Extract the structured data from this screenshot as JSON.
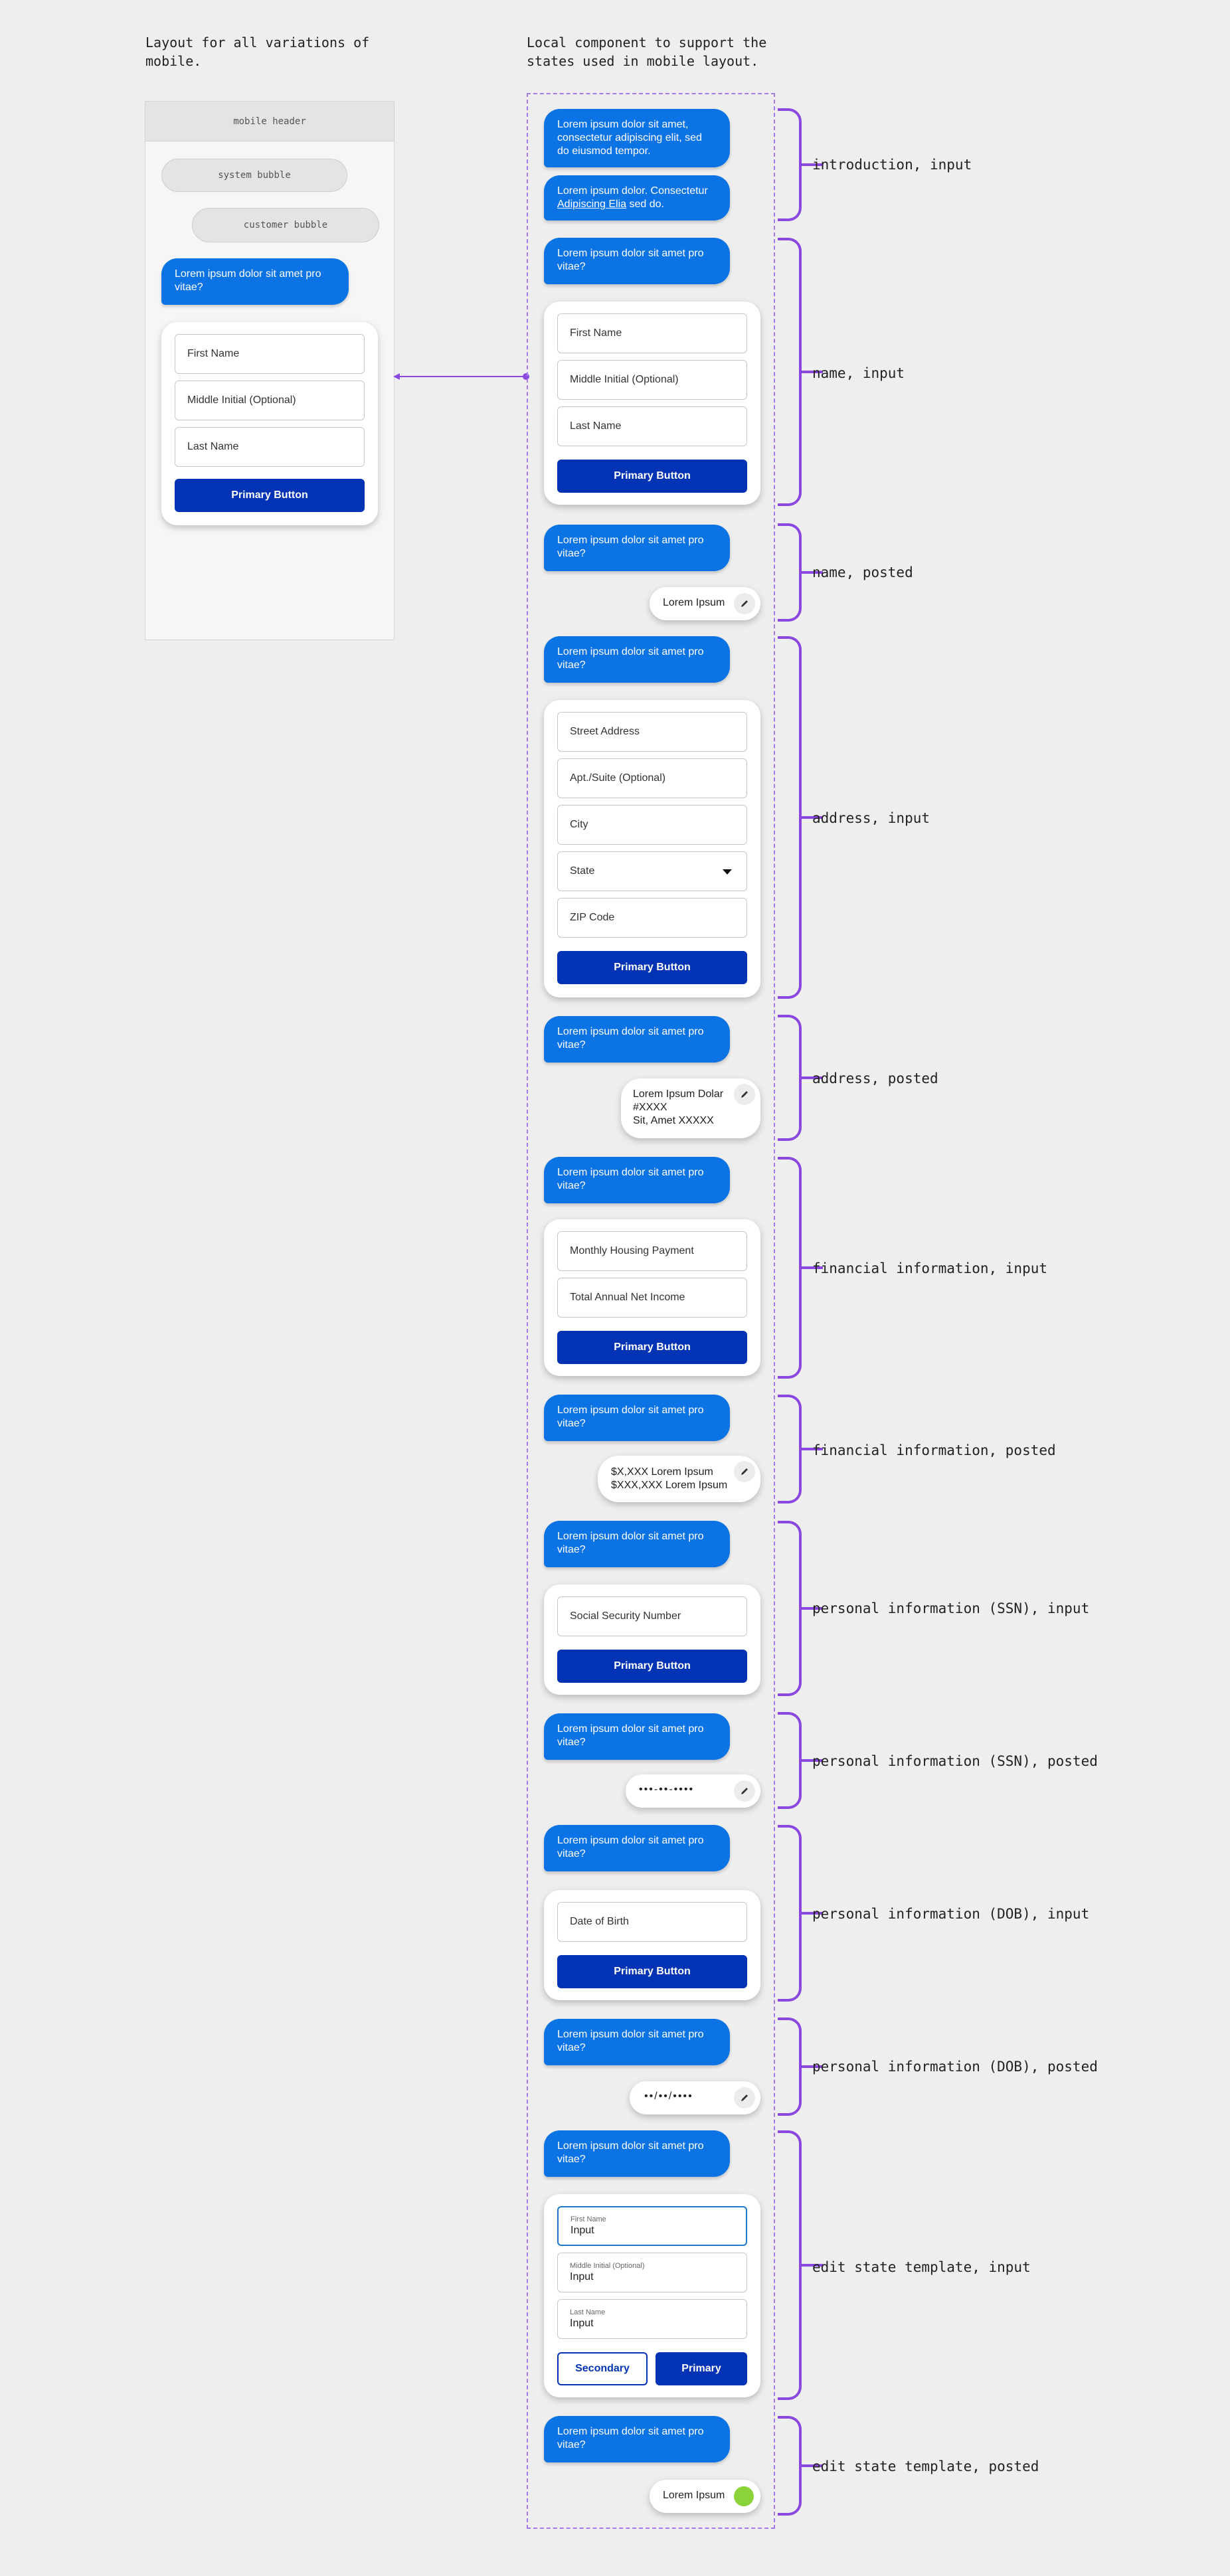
{
  "left_heading": "Layout for all variations of\nmobile.",
  "right_heading": "Local component to support the\nstates used in mobile layout.",
  "mobile": {
    "header": "mobile header",
    "system_bubble": "system bubble",
    "customer_bubble": "customer bubble",
    "question": "Lorem ipsum dolor sit amet pro vitae?",
    "fields": [
      "First Name",
      "Middle Initial (Optional)",
      "Last Name"
    ],
    "button": "Primary Button"
  },
  "intro": {
    "bubble1": "Lorem ipsum dolor sit amet, consectetur adipiscing elit, sed do eiusmod tempor.",
    "bubble2_text": "Lorem ipsum dolor. Consectetur ",
    "bubble2_link": "Adipiscing Elia",
    "bubble2_end": " sed do."
  },
  "question": "Lorem ipsum dolor sit amet pro vitae?",
  "name_input": {
    "fields": [
      "First Name",
      "Middle Initial (Optional)",
      "Last Name"
    ],
    "button": "Primary Button"
  },
  "name_posted": "Lorem Ipsum",
  "address_input": {
    "fields": [
      "Street Address",
      "Apt./Suite (Optional)",
      "City",
      "State",
      "ZIP Code"
    ],
    "button": "Primary Button"
  },
  "address_posted": "Lorem Ipsum Dolar\n#XXXX\nSit, Amet XXXXX",
  "financial_input": {
    "fields": [
      "Monthly Housing Payment",
      "Total Annual Net Income"
    ],
    "button": "Primary Button"
  },
  "financial_posted": "$X,XXX Lorem Ipsum\n$XXX,XXX Lorem Ipsum",
  "ssn_input": {
    "fields": [
      "Social Security Number"
    ],
    "button": "Primary Button"
  },
  "ssn_posted": "•••-••-••••",
  "dob_input": {
    "fields": [
      "Date of Birth"
    ],
    "button": "Primary Button"
  },
  "dob_posted": "••/••/••••",
  "edit_input": {
    "fields": [
      {
        "label": "First Name",
        "value": "Input"
      },
      {
        "label": "Middle Initial (Optional)",
        "value": "Input"
      },
      {
        "label": "Last Name",
        "value": "Input"
      }
    ],
    "secondary": "Secondary",
    "primary": "Primary"
  },
  "edit_posted": "Lorem Ipsum",
  "labels": [
    "introduction, input",
    "name, input",
    "name, posted",
    "address, input",
    "address, posted",
    "financial information, input",
    "financial information, posted",
    "personal information (SSN), input",
    "personal information (SSN), posted",
    "personal information (DOB), input",
    "personal information (DOB), posted",
    "edit state template, input",
    "edit state template, posted"
  ],
  "colors": {
    "system_bubble": "#0b73e3",
    "primary_button": "#0233b5",
    "bracket": "#8a48e0",
    "posted_check": "#8ad43a"
  },
  "icons": [
    "pencil-icon",
    "chevron-down-icon",
    "check-dot-icon",
    "arrow-left-icon"
  ]
}
